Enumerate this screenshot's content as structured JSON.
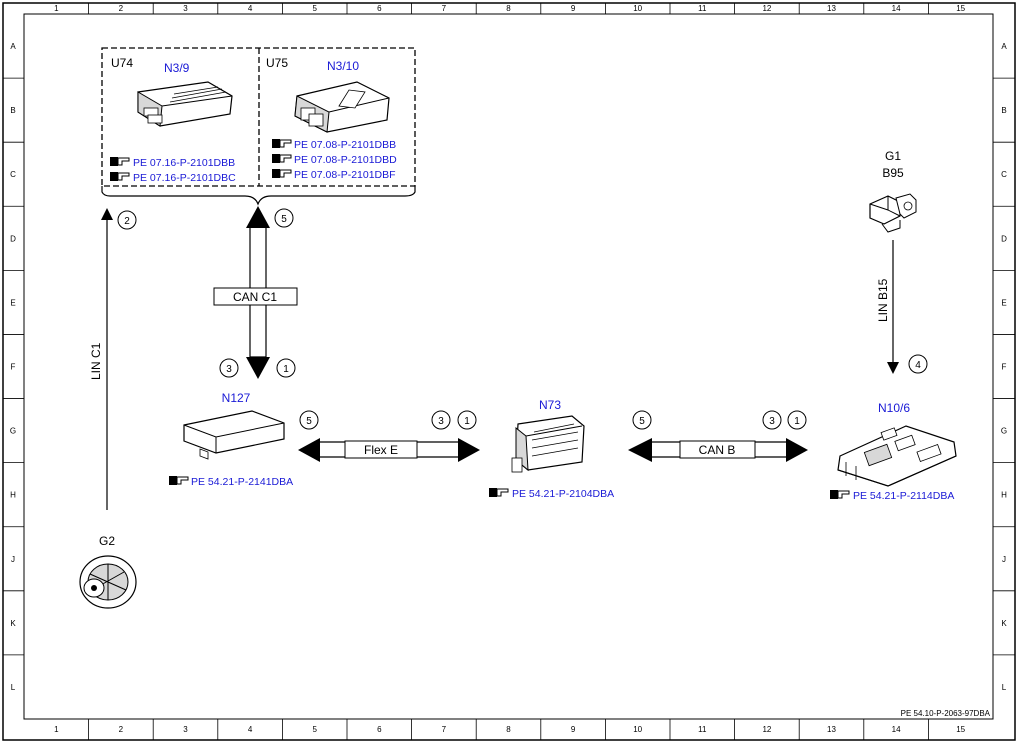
{
  "grid": {
    "columns": [
      "1",
      "2",
      "3",
      "4",
      "5",
      "6",
      "7",
      "8",
      "9",
      "10",
      "11",
      "12",
      "13",
      "14",
      "15"
    ],
    "rows": [
      "A",
      "B",
      "C",
      "D",
      "E",
      "F",
      "G",
      "H",
      "J",
      "K",
      "L"
    ]
  },
  "colors": {
    "blue": "#1a1ad6",
    "black": "#000000"
  },
  "modules": {
    "u74": {
      "code": "U74",
      "name": "N3/9",
      "icon": "engine-control-unit-icon",
      "refs": [
        "PE 07.16-P-2101DBB",
        "PE 07.16-P-2101DBC"
      ]
    },
    "u75": {
      "code": "U75",
      "name": "N3/10",
      "icon": "engine-control-unit-icon",
      "refs": [
        "PE 07.08-P-2101DBB",
        "PE 07.08-P-2101DBD",
        "PE 07.08-P-2101DBF"
      ]
    },
    "g1": {
      "name": "G1",
      "sub": "B95",
      "icon": "battery-sensor-icon"
    },
    "n127": {
      "name": "N127",
      "icon": "control-module-box-icon",
      "ref": "PE 54.21-P-2141DBA"
    },
    "n73": {
      "name": "N73",
      "icon": "ignition-switch-module-icon",
      "ref": "PE 54.21-P-2104DBA"
    },
    "n10_6": {
      "name": "N10/6",
      "icon": "sam-control-unit-icon",
      "ref": "PE 54.21-P-2114DBA"
    },
    "g2": {
      "name": "G2",
      "icon": "alternator-icon"
    }
  },
  "buses": {
    "can_c1": "CAN C1",
    "lin_c1": "LIN C1",
    "flex_e": "Flex E",
    "can_b": "CAN B",
    "lin_b15": "LIN B15"
  },
  "markers": {
    "lin_c1_up": "2",
    "can_c1_top": "5",
    "can_c1_bottom_left": "3",
    "can_c1_bottom_right": "1",
    "flex_e_left": "5",
    "flex_e_right_a": "3",
    "flex_e_right_b": "1",
    "can_b_left": "5",
    "can_b_right_a": "3",
    "can_b_right_b": "1",
    "lin_b15": "4"
  },
  "footer_ref": "PE 54.10-P-2063-97DBA"
}
